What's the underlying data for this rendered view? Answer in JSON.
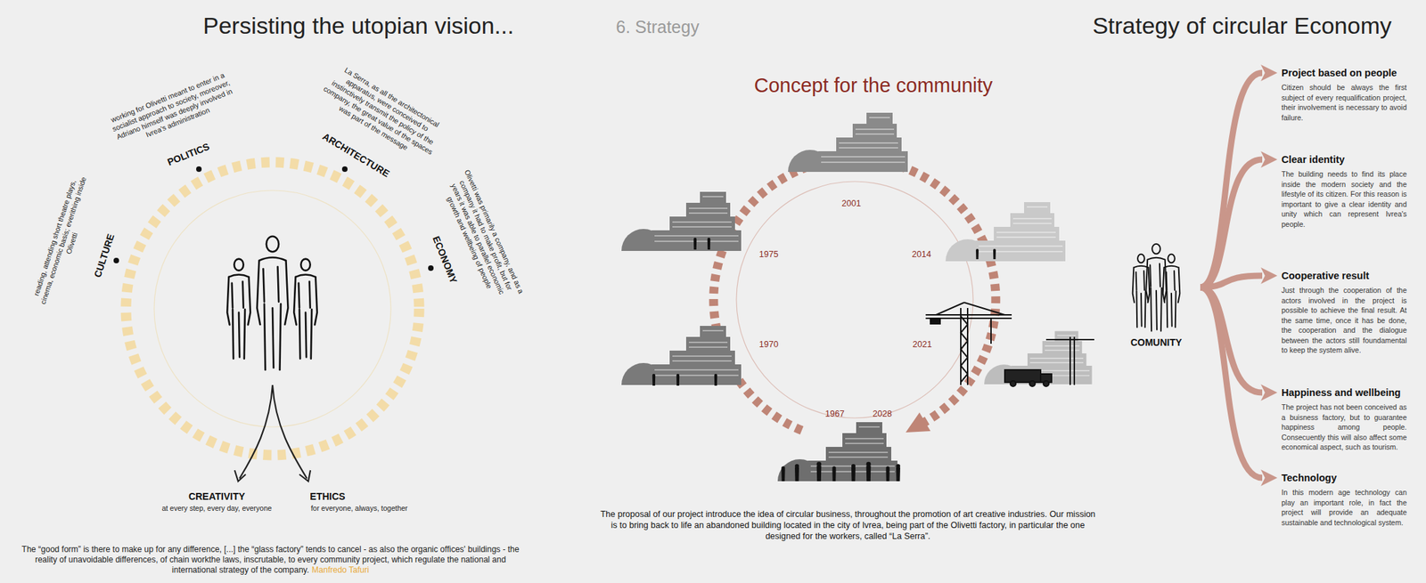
{
  "diagram": {
    "title": "Persisting the utopian vision...",
    "caption": "The proposal of our project introduce the idea of circular business, throughout the promotion of art creative industries. Our mission is to bring back to life an abandoned building located in the city of Ivrea, being part of the Olivetti factory, in particular the one designed for the workers, called “La Serra”.",
    "nodes": [
      {
        "text": [
          "COMUNITY"
        ]
      },
      {
        "text": [
          "Project based on people",
          "Citizen should be always the first subject of every requalification project, their involvement is necessary to avoid failure."
        ]
      },
      {
        "text": [
          "Clear identity",
          "The building needs to find its place inside the modern society and the lifestyle of its citizen. For this reason is important to give a clear identity and unity which can represent Ivrea's people."
        ]
      },
      {
        "text": [
          "Cooperative result",
          "Just through the cooperation of the actors involved in the project is possible to achieve the final result. At the same time, once it has be done, the cooperation and the dialogue between the actors still foundamental to keep the system alive."
        ]
      },
      {
        "text": [
          "Happiness and wellbeing",
          "The project has not been conceived as a buisness factory, but to guarantee happiness among people. Consecuently this will also affect some economical aspect, such as tourism."
        ]
      },
      {
        "text": [
          "Technology",
          "In this modern age technology can play an important role, in fact the project will provide an adequate sustainable and technological system."
        ]
      }
    ],
    "edges": [
      {
        "from": 0,
        "to": 1,
        "arrow": "to"
      },
      {
        "from": 0,
        "to": 2,
        "arrow": "to"
      },
      {
        "from": 0,
        "to": 3,
        "arrow": "to"
      },
      {
        "from": 0,
        "to": 4,
        "arrow": "to"
      },
      {
        "from": 0,
        "to": 5,
        "arrow": "to"
      }
    ],
    "labels": [
      "6. Strategy",
      "Strategy of circular Economy",
      "Concept for the community",
      "CULTURE",
      "reading, attending short theatre plays, cinema, economic basis; everithing inside Olivetti",
      "POLITICS",
      "working for Olivetti meant to enter in a socialist approach to society, moreover, Adriano himself was deeply involved in Ivrea's administration",
      "ARCHITECTURE",
      "La Serra, as all the architectonical apparatus, were conceived to instinctively transmit the policy of the company, the great value of the spaces was part of the message",
      "ECONOMY",
      "Olivetti was primarily a company, and as a company it had to make profit, but for years it was able to parallel economic growth and wellbeing of people",
      "CREATIVITY",
      "at every step, every day, everyone",
      "ETHICS",
      "for everyone, always, together",
      "The “good form” is there to make up for any difference, [...] the “glass factory” tends to cancel - as also the organic offices' buildings - the reality of unavoidable differences, of chain workthe laws, inscrutable, to every community project, which regulate the national and international strategy of the company.",
      "Manfredo Tafuri",
      "2001",
      "1975",
      "2014",
      "1970",
      "2021",
      "1967",
      "2028"
    ]
  }
}
